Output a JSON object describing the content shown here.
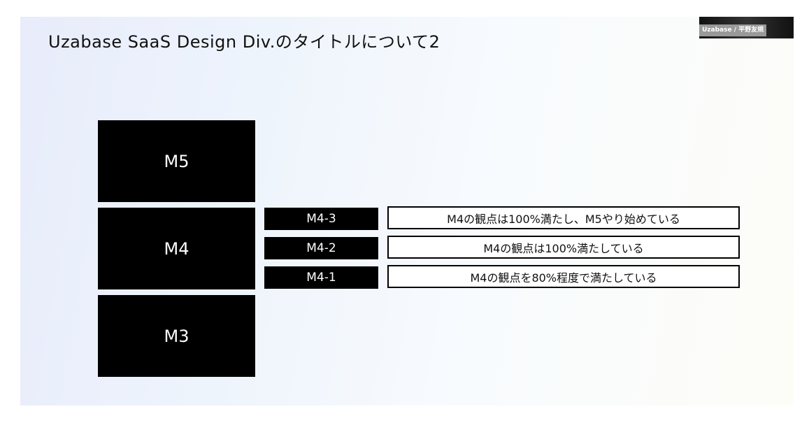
{
  "title": "Uzabase SaaS Design Div.のタイトルについて2",
  "speaker_badge": "Uzabase / 平野友規",
  "levels": {
    "m5": "M5",
    "m4": "M4",
    "m3": "M3"
  },
  "sublevels": [
    {
      "label": "M4-3",
      "description": "M4の観点は100%満たし、M5やり始めている"
    },
    {
      "label": "M4-2",
      "description": "M4の観点は100%満たしている"
    },
    {
      "label": "M4-1",
      "description": "M4の観点を80%程度で満たしている"
    }
  ]
}
